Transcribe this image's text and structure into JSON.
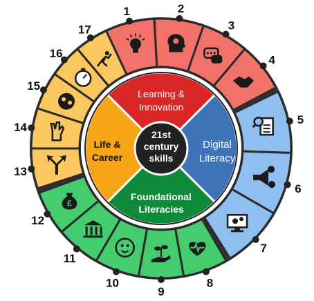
{
  "center": {
    "lines": [
      "21st",
      "century",
      "skills"
    ]
  },
  "quadrants": [
    {
      "id": "learning",
      "lines": [
        "Learning &",
        "Innovation"
      ],
      "color": "#d92626",
      "text_color": "#ffffff"
    },
    {
      "id": "digital",
      "lines": [
        "Digital",
        "Literacy"
      ],
      "color": "#3f73b8",
      "text_color": "#ffffff"
    },
    {
      "id": "foundational",
      "lines": [
        "Foundational",
        "Literacies"
      ],
      "color": "#0f8a3a",
      "text_color": "#ffffff"
    },
    {
      "id": "life",
      "lines": [
        "Life &",
        "Career"
      ],
      "color": "#f5a516",
      "text_color": "#111111"
    }
  ],
  "group_colors": {
    "learning": "#f2726a",
    "digital": "#8fbfef",
    "foundational": "#45cc6e",
    "life": "#fbc75f"
  },
  "segments": [
    {
      "number": "1",
      "group": "learning",
      "icon": "lightbulb-icon"
    },
    {
      "number": "2",
      "group": "learning",
      "icon": "head-gears-icon"
    },
    {
      "number": "3",
      "group": "learning",
      "icon": "speech-bubbles-icon"
    },
    {
      "number": "4",
      "group": "learning",
      "icon": "handshake-icon"
    },
    {
      "number": "5",
      "group": "digital",
      "icon": "document-search-icon"
    },
    {
      "number": "6",
      "group": "digital",
      "icon": "megaphone-icon"
    },
    {
      "number": "7",
      "group": "digital",
      "icon": "computer-gears-icon"
    },
    {
      "number": "8",
      "group": "foundational",
      "icon": "heart-pulse-icon"
    },
    {
      "number": "9",
      "group": "foundational",
      "icon": "hand-plant-icon"
    },
    {
      "number": "10",
      "group": "foundational",
      "icon": "globe-face-icon"
    },
    {
      "number": "11",
      "group": "foundational",
      "icon": "institution-icon"
    },
    {
      "number": "12",
      "group": "foundational",
      "icon": "money-bag-icon"
    },
    {
      "number": "13",
      "group": "life",
      "icon": "direction-arrows-icon"
    },
    {
      "number": "14",
      "group": "life",
      "icon": "hand-raise-icon"
    },
    {
      "number": "15",
      "group": "life",
      "icon": "globe-people-icon"
    },
    {
      "number": "16",
      "group": "life",
      "icon": "stopwatch-icon"
    },
    {
      "number": "17",
      "group": "life",
      "icon": "climber-icon"
    }
  ]
}
